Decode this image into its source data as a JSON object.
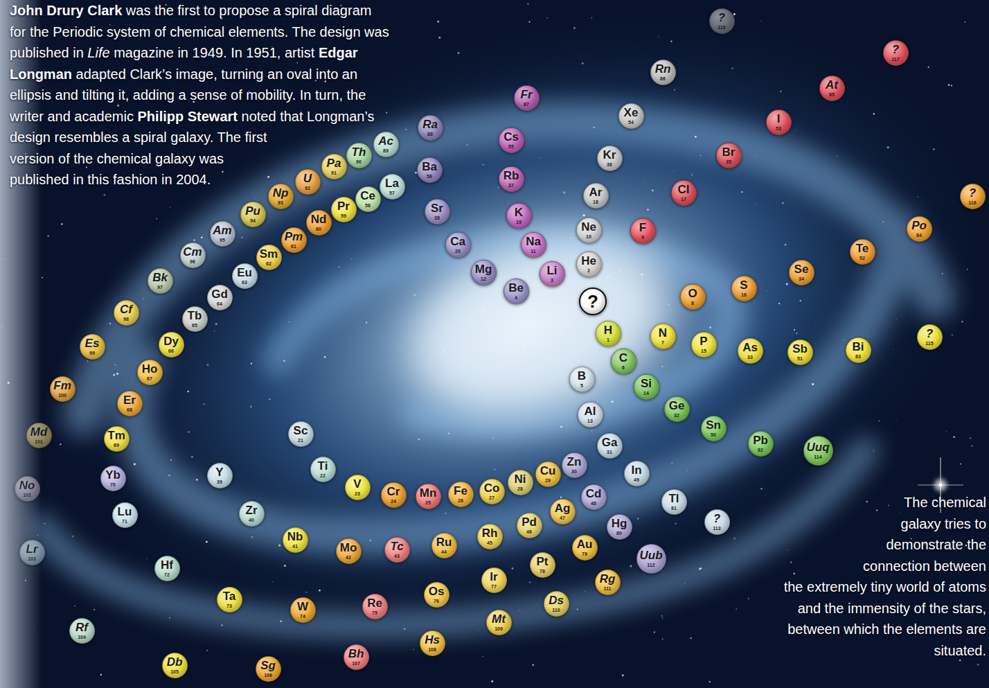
{
  "diagram": {
    "nodes": [
      {
        "text": [
          "?"
        ]
      },
      {
        "text": [
          "H",
          "1"
        ]
      },
      {
        "text": [
          "He",
          "2"
        ]
      },
      {
        "text": [
          "Li",
          "3"
        ]
      },
      {
        "text": [
          "Be",
          "4"
        ]
      },
      {
        "text": [
          "B",
          "5"
        ]
      },
      {
        "text": [
          "C",
          "6"
        ]
      },
      {
        "text": [
          "N",
          "7"
        ]
      },
      {
        "text": [
          "O",
          "8"
        ]
      },
      {
        "text": [
          "F",
          "9"
        ]
      },
      {
        "text": [
          "Ne",
          "10"
        ]
      },
      {
        "text": [
          "Na",
          "11"
        ]
      },
      {
        "text": [
          "Mg",
          "12"
        ]
      },
      {
        "text": [
          "Al",
          "13"
        ]
      },
      {
        "text": [
          "Si",
          "14"
        ]
      },
      {
        "text": [
          "P",
          "15"
        ]
      },
      {
        "text": [
          "S",
          "16"
        ]
      },
      {
        "text": [
          "Cl",
          "17"
        ]
      },
      {
        "text": [
          "Ar",
          "18"
        ]
      },
      {
        "text": [
          "K",
          "19"
        ]
      },
      {
        "text": [
          "Ca",
          "20"
        ]
      },
      {
        "text": [
          "Sc",
          "21"
        ]
      },
      {
        "text": [
          "Ti",
          "22"
        ]
      },
      {
        "text": [
          "V",
          "23"
        ]
      },
      {
        "text": [
          "Cr",
          "24"
        ]
      },
      {
        "text": [
          "Mn",
          "25"
        ]
      },
      {
        "text": [
          "Fe",
          "26"
        ]
      },
      {
        "text": [
          "Co",
          "27"
        ]
      },
      {
        "text": [
          "Ni",
          "28"
        ]
      },
      {
        "text": [
          "Cu",
          "29"
        ]
      },
      {
        "text": [
          "Zn",
          "30"
        ]
      },
      {
        "text": [
          "Ga",
          "31"
        ]
      },
      {
        "text": [
          "Ge",
          "32"
        ]
      },
      {
        "text": [
          "As",
          "33"
        ]
      },
      {
        "text": [
          "Se",
          "34"
        ]
      },
      {
        "text": [
          "Br",
          "35"
        ]
      },
      {
        "text": [
          "Kr",
          "36"
        ]
      },
      {
        "text": [
          "Rb",
          "37"
        ]
      },
      {
        "text": [
          "Sr",
          "38"
        ]
      },
      {
        "text": [
          "Y",
          "39"
        ]
      },
      {
        "text": [
          "Zr",
          "40"
        ]
      },
      {
        "text": [
          "Nb",
          "41"
        ]
      },
      {
        "text": [
          "Mo",
          "42"
        ]
      },
      {
        "text": [
          "Tc",
          "43"
        ]
      },
      {
        "text": [
          "Ru",
          "44"
        ]
      },
      {
        "text": [
          "Rh",
          "45"
        ]
      },
      {
        "text": [
          "Pd",
          "46"
        ]
      },
      {
        "text": [
          "Ag",
          "47"
        ]
      },
      {
        "text": [
          "Cd",
          "48"
        ]
      },
      {
        "text": [
          "In",
          "49"
        ]
      },
      {
        "text": [
          "Sn",
          "50"
        ]
      },
      {
        "text": [
          "Sb",
          "51"
        ]
      },
      {
        "text": [
          "Te",
          "52"
        ]
      },
      {
        "text": [
          "I",
          "53"
        ]
      },
      {
        "text": [
          "Xe",
          "54"
        ]
      },
      {
        "text": [
          "Cs",
          "55"
        ]
      },
      {
        "text": [
          "Ba",
          "56"
        ]
      },
      {
        "text": [
          "La",
          "57"
        ]
      },
      {
        "text": [
          "Ce",
          "58"
        ]
      },
      {
        "text": [
          "Pr",
          "59"
        ]
      },
      {
        "text": [
          "Nd",
          "60"
        ]
      },
      {
        "text": [
          "Pm",
          "61"
        ]
      },
      {
        "text": [
          "Sm",
          "62"
        ]
      },
      {
        "text": [
          "Eu",
          "63"
        ]
      },
      {
        "text": [
          "Gd",
          "64"
        ]
      },
      {
        "text": [
          "Tb",
          "65"
        ]
      },
      {
        "text": [
          "Dy",
          "66"
        ]
      },
      {
        "text": [
          "Ho",
          "67"
        ]
      },
      {
        "text": [
          "Er",
          "68"
        ]
      },
      {
        "text": [
          "Tm",
          "69"
        ]
      },
      {
        "text": [
          "Yb",
          "70"
        ]
      },
      {
        "text": [
          "Lu",
          "71"
        ]
      },
      {
        "text": [
          "Hf",
          "72"
        ]
      },
      {
        "text": [
          "Ta",
          "73"
        ]
      },
      {
        "text": [
          "W",
          "74"
        ]
      },
      {
        "text": [
          "Re",
          "75"
        ]
      },
      {
        "text": [
          "Os",
          "76"
        ]
      },
      {
        "text": [
          "Ir",
          "77"
        ]
      },
      {
        "text": [
          "Pt",
          "78"
        ]
      },
      {
        "text": [
          "Au",
          "79"
        ]
      },
      {
        "text": [
          "Hg",
          "80"
        ]
      },
      {
        "text": [
          "Tl",
          "81"
        ]
      },
      {
        "text": [
          "Pb",
          "82"
        ]
      },
      {
        "text": [
          "Bi",
          "83"
        ]
      },
      {
        "text": [
          "Po",
          "84"
        ]
      },
      {
        "text": [
          "At",
          "85"
        ]
      },
      {
        "text": [
          "Rn",
          "86"
        ]
      },
      {
        "text": [
          "Fr",
          "87"
        ]
      },
      {
        "text": [
          "Ra",
          "88"
        ]
      },
      {
        "text": [
          "Ac",
          "89"
        ]
      },
      {
        "text": [
          "Th",
          "90"
        ]
      },
      {
        "text": [
          "Pa",
          "91"
        ]
      },
      {
        "text": [
          "U",
          "92"
        ]
      },
      {
        "text": [
          "Np",
          "93"
        ]
      },
      {
        "text": [
          "Pu",
          "94"
        ]
      },
      {
        "text": [
          "Am",
          "95"
        ]
      },
      {
        "text": [
          "Cm",
          "96"
        ]
      },
      {
        "text": [
          "Bk",
          "97"
        ]
      },
      {
        "text": [
          "Cf",
          "98"
        ]
      },
      {
        "text": [
          "Es",
          "99"
        ]
      },
      {
        "text": [
          "Fm",
          "100"
        ]
      },
      {
        "text": [
          "Md",
          "101"
        ]
      },
      {
        "text": [
          "No",
          "102"
        ]
      },
      {
        "text": [
          "Lr",
          "103"
        ]
      },
      {
        "text": [
          "Rf",
          "104"
        ]
      },
      {
        "text": [
          "Db",
          "105"
        ]
      },
      {
        "text": [
          "Sg",
          "106"
        ]
      },
      {
        "text": [
          "Bh",
          "107"
        ]
      },
      {
        "text": [
          "Hs",
          "108"
        ]
      },
      {
        "text": [
          "Mt",
          "109"
        ]
      },
      {
        "text": [
          "Ds",
          "110"
        ]
      },
      {
        "text": [
          "Rg",
          "111"
        ]
      },
      {
        "text": [
          "Uub",
          "112"
        ]
      },
      {
        "text": [
          "?",
          "113"
        ]
      },
      {
        "text": [
          "Uuq",
          "114"
        ]
      },
      {
        "text": [
          "?",
          "115"
        ]
      },
      {
        "text": [
          "?",
          "116"
        ]
      },
      {
        "text": [
          "?",
          "117"
        ]
      },
      {
        "text": [
          "?",
          "118"
        ]
      }
    ],
    "labels": [
      "John Drury Clark",
      "was the first to propose a spiral diagram for the Periodic system of chemical elements. The design was published in",
      "Life",
      "magazine in 1949. In 1951, artist",
      "Edgar Longman",
      "adapted Clark’s image, turning an oval into an ellipsis and tilting it, adding a sense of mobility. In turn, the writer and academic",
      "Philipp Stewart",
      "noted that Longman’s design resembles a spiral galaxy. The first version of the chemical galaxy was published in this fashion in 2004.",
      "The chemical galaxy tries to demonstrate the connection between the extremely tiny world of atoms and the immensity of the stars, between which the elements are situated."
    ]
  }
}
